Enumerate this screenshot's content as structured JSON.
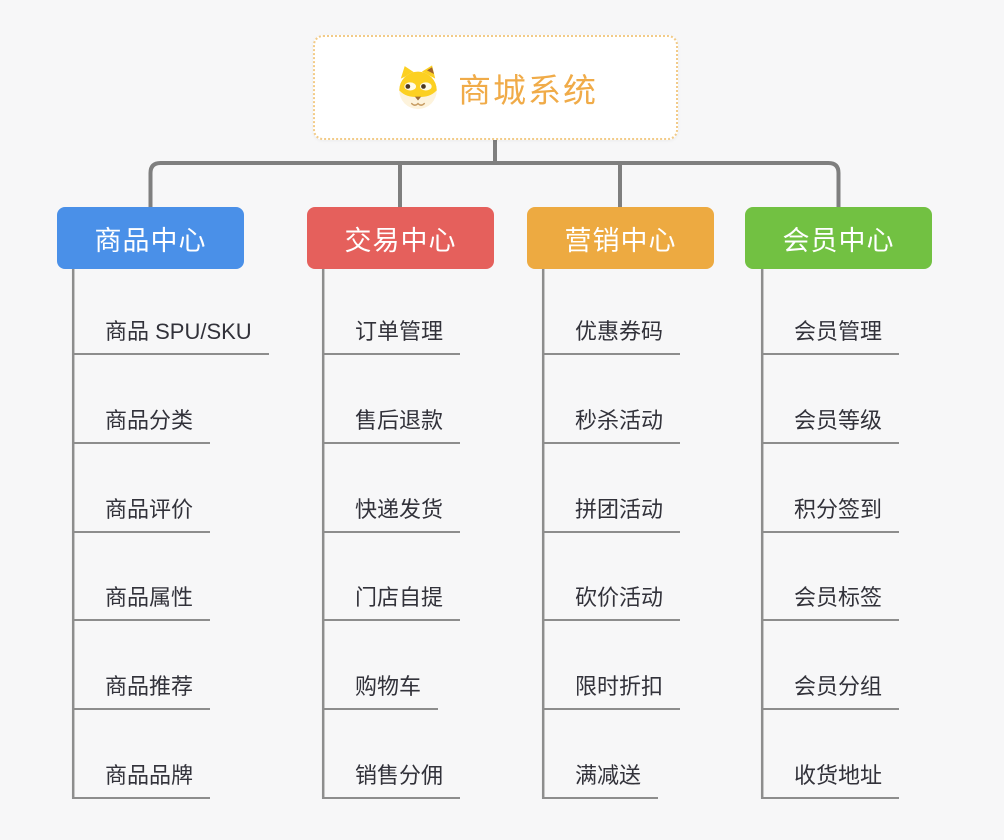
{
  "root": {
    "title": "商城系统",
    "icon": "dog-face-icon",
    "title_color": "#f0ab48",
    "border_color": "#f2cb88"
  },
  "connectors": {
    "main_color": "#7f7f7f",
    "sub_color": "#8d8d8d"
  },
  "branches": [
    {
      "label": "商品中心",
      "color": "#4a90e8",
      "items": [
        "商品 SPU/SKU",
        "商品分类",
        "商品评价",
        "商品属性",
        "商品推荐",
        "商品品牌"
      ]
    },
    {
      "label": "交易中心",
      "color": "#e5605c",
      "items": [
        "订单管理",
        "售后退款",
        "快递发货",
        "门店自提",
        "购物车",
        "销售分佣"
      ]
    },
    {
      "label": "营销中心",
      "color": "#edaa41",
      "items": [
        "优惠券码",
        "秒杀活动",
        "拼团活动",
        "砍价活动",
        "限时折扣",
        "满减送"
      ]
    },
    {
      "label": "会员中心",
      "color": "#72c142",
      "items": [
        "会员管理",
        "会员等级",
        "积分签到",
        "会员标签",
        "会员分组",
        "收货地址"
      ]
    }
  ]
}
